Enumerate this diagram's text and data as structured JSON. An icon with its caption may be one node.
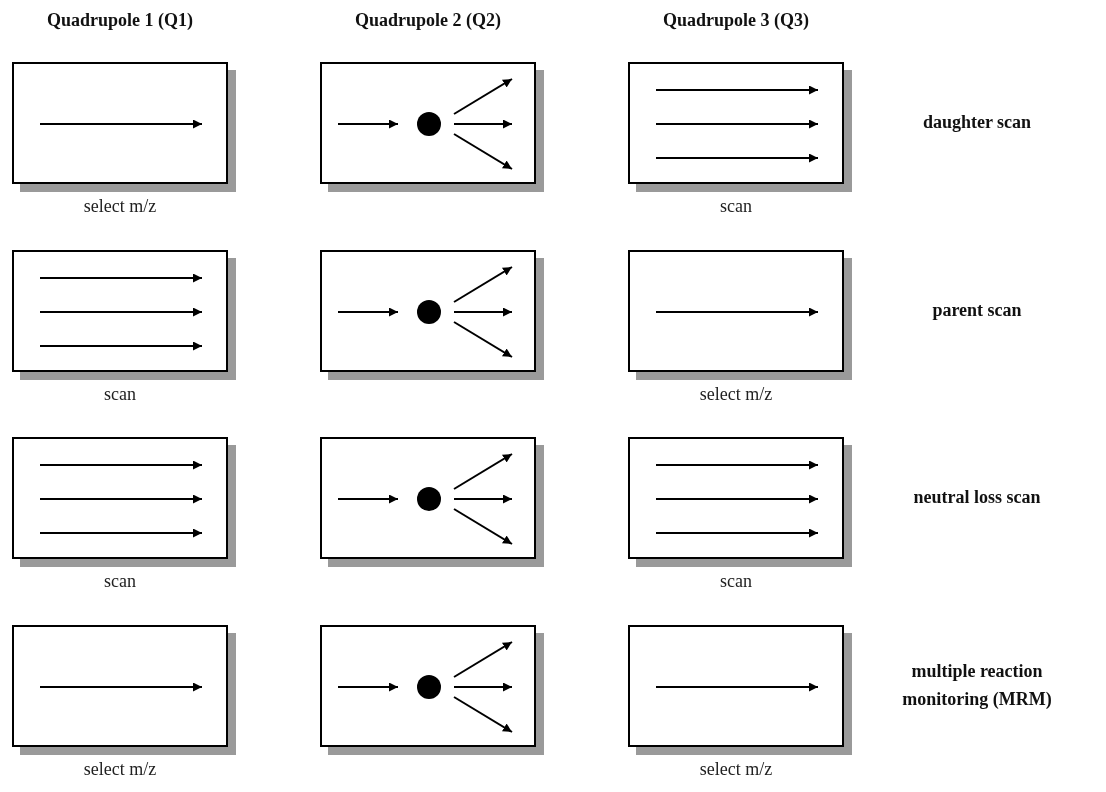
{
  "diagram": {
    "nodes": [
      {
        "text": [],
        "shape": "box",
        "beside": [
          "select m/z"
        ]
      },
      {
        "text": [],
        "shape": "box"
      },
      {
        "text": [],
        "shape": "box",
        "beside": [
          "scan"
        ]
      },
      {
        "text": [],
        "shape": "box",
        "beside": [
          "scan"
        ]
      },
      {
        "text": [],
        "shape": "box"
      },
      {
        "text": [],
        "shape": "box",
        "beside": [
          "select m/z"
        ]
      },
      {
        "text": [],
        "shape": "box",
        "beside": [
          "scan"
        ]
      },
      {
        "text": [],
        "shape": "box"
      },
      {
        "text": [],
        "shape": "box",
        "beside": [
          "scan"
        ]
      },
      {
        "text": [],
        "shape": "box",
        "beside": [
          "select m/z"
        ]
      },
      {
        "text": [],
        "shape": "box"
      },
      {
        "text": [],
        "shape": "box",
        "beside": [
          "select m/z"
        ]
      }
    ],
    "labels": [
      "Quadrupole 1 (Q1)",
      "Quadrupole 2 (Q2)",
      "Quadrupole 3 (Q3)",
      "daughter scan",
      "parent scan",
      "neutral loss scan",
      "multiple reaction monitoring (MRM)"
    ]
  }
}
